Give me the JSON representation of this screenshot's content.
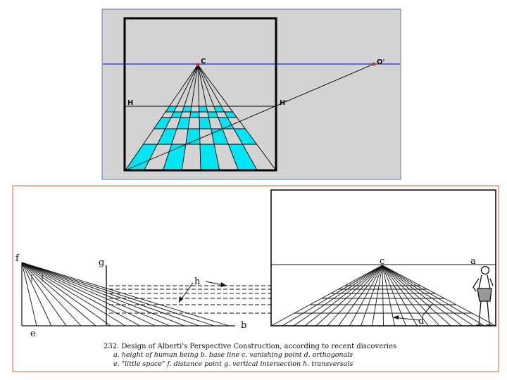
{
  "top_diagram": {
    "labels": {
      "vanishing_point": "C",
      "distance_point": "O'",
      "h_left": "H",
      "h_right": "H'"
    },
    "colors": {
      "background": "#d3d3d3",
      "horizon": "#1f2bd6",
      "tile": "#00e5f2",
      "frame": "#000000",
      "point": "#c0392b"
    }
  },
  "bottom_diagram": {
    "labels": {
      "f": "f",
      "g": "g",
      "e": "e",
      "b": "b",
      "h": "h",
      "c": "c",
      "a": "a",
      "d": "d"
    },
    "caption": {
      "line1": "232. Design of Alberti's Perspective Construction, according to recent discoveries",
      "line2": "a. height of human being   b. base line   c. vanishing point   d. orthogonals",
      "line3": "e. \"little space\"   f. distance point   g. vertical intersection   h. transversals"
    },
    "colors": {
      "border": "#e07b50",
      "ink": "#111111"
    }
  }
}
